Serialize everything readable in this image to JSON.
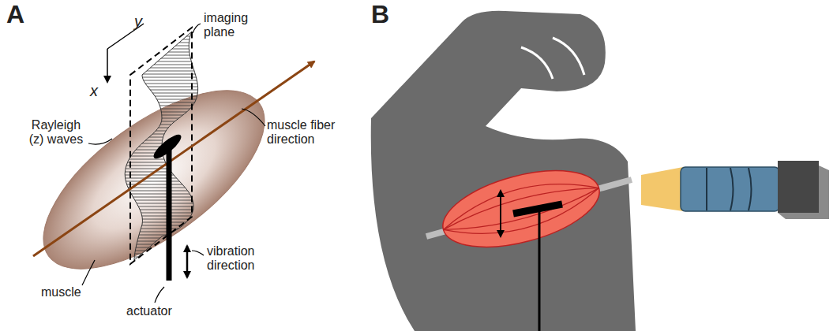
{
  "diagram": {
    "labels": [
      "A",
      "B",
      "y",
      "x",
      "imaging plane",
      "muscle fiber direction",
      "Rayleigh (z) waves",
      "muscle",
      "vibration direction",
      "actuator"
    ]
  }
}
